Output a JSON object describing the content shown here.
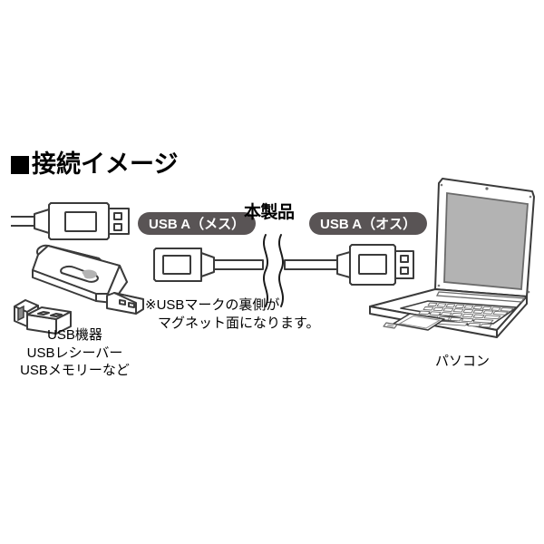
{
  "heading": {
    "bullet": "black-square-bullet",
    "text": "接続イメージ"
  },
  "badges": {
    "female": "USB A（メス）",
    "male": "USB A（オス）",
    "color": "#595455",
    "text_color": "#ffffff"
  },
  "product_label": "本製品",
  "note": {
    "line1": "※USBマークの裏側が",
    "line2": "マグネット面になります。"
  },
  "device_caption": {
    "line1": "USB機器",
    "line2": "USBレシーバー",
    "line3": "USBメモリーなど"
  },
  "pc_caption": "パソコン",
  "colors": {
    "outline": "#3b3b3b",
    "screen_fill": "#b3b3b3",
    "background": "#ffffff",
    "light_fill": "#f2f2f2"
  },
  "illustrations": {
    "usb_plug_top_left": "usb-a-male-plug-icon",
    "usb_flash_drive": "usb-flash-drive-icon",
    "usb_nano_receiver": "usb-nano-receiver-icon",
    "cable_female_end": "usb-a-female-connector-icon",
    "cable_male_end": "usb-a-male-connector-icon",
    "cable_break": "cable-break-squiggle-icon",
    "laptop": "laptop-computer-icon"
  }
}
